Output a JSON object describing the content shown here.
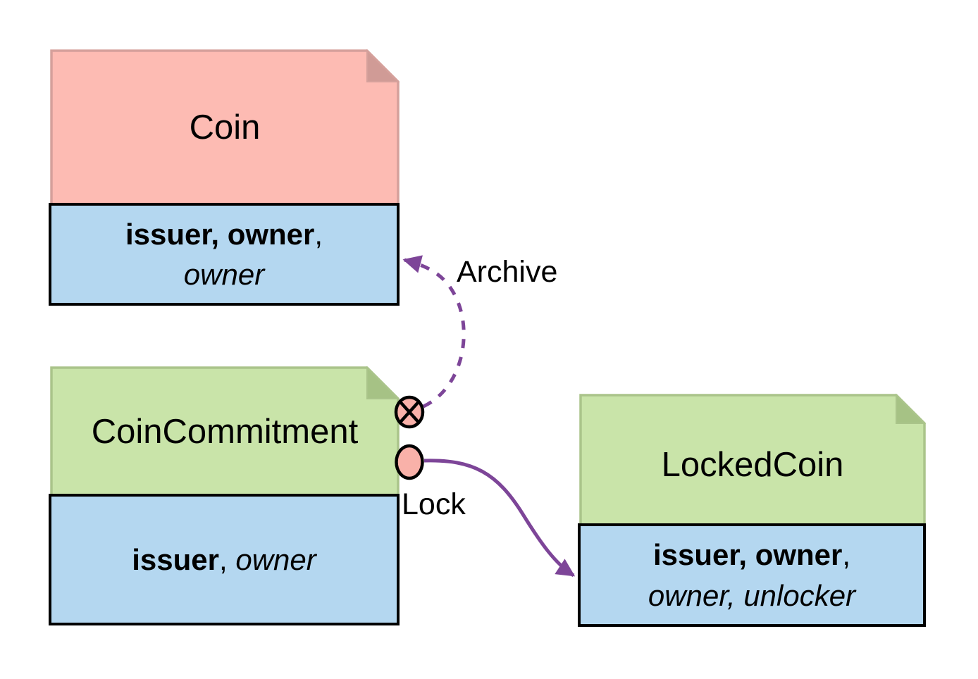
{
  "cards": [
    {
      "title": "Coin",
      "shape": "note",
      "header_fill": "#fdbbb3",
      "header_edge": "#d5a09b",
      "body_fill": "#b4d7f0",
      "lines": [
        {
          "bold": "issuer, owner",
          "plain": ","
        },
        {
          "italic": "owner"
        }
      ]
    },
    {
      "title": "CoinCommitment",
      "shape": "note",
      "header_fill": "#c9e4a9",
      "header_edge": "#aac48a",
      "body_fill": "#b4d7f0",
      "lines": [
        {
          "bold": "issuer",
          "plain": ", ",
          "italic": "owner"
        }
      ]
    },
    {
      "title": "LockedCoin",
      "shape": "note",
      "header_fill": "#c9e4a9",
      "header_edge": "#aac48a",
      "body_fill": "#b4d7f0",
      "lines": [
        {
          "bold": "issuer, owner",
          "plain": ","
        },
        {
          "italic": "owner, unlocker"
        }
      ]
    }
  ],
  "connectors": [
    {
      "label": "Archive",
      "line_style": "dashed",
      "color": "#7d4598",
      "from": "CoinCommitment",
      "to": "Coin",
      "source_icon": "circle-cross"
    },
    {
      "label": "Lock",
      "line_style": "solid",
      "color": "#7d4598",
      "from": "CoinCommitment",
      "to": "LockedCoin",
      "source_icon": "circle"
    }
  ],
  "icons": {
    "circle_fill": "#f9b1a9",
    "circle_edge": "#000000"
  }
}
